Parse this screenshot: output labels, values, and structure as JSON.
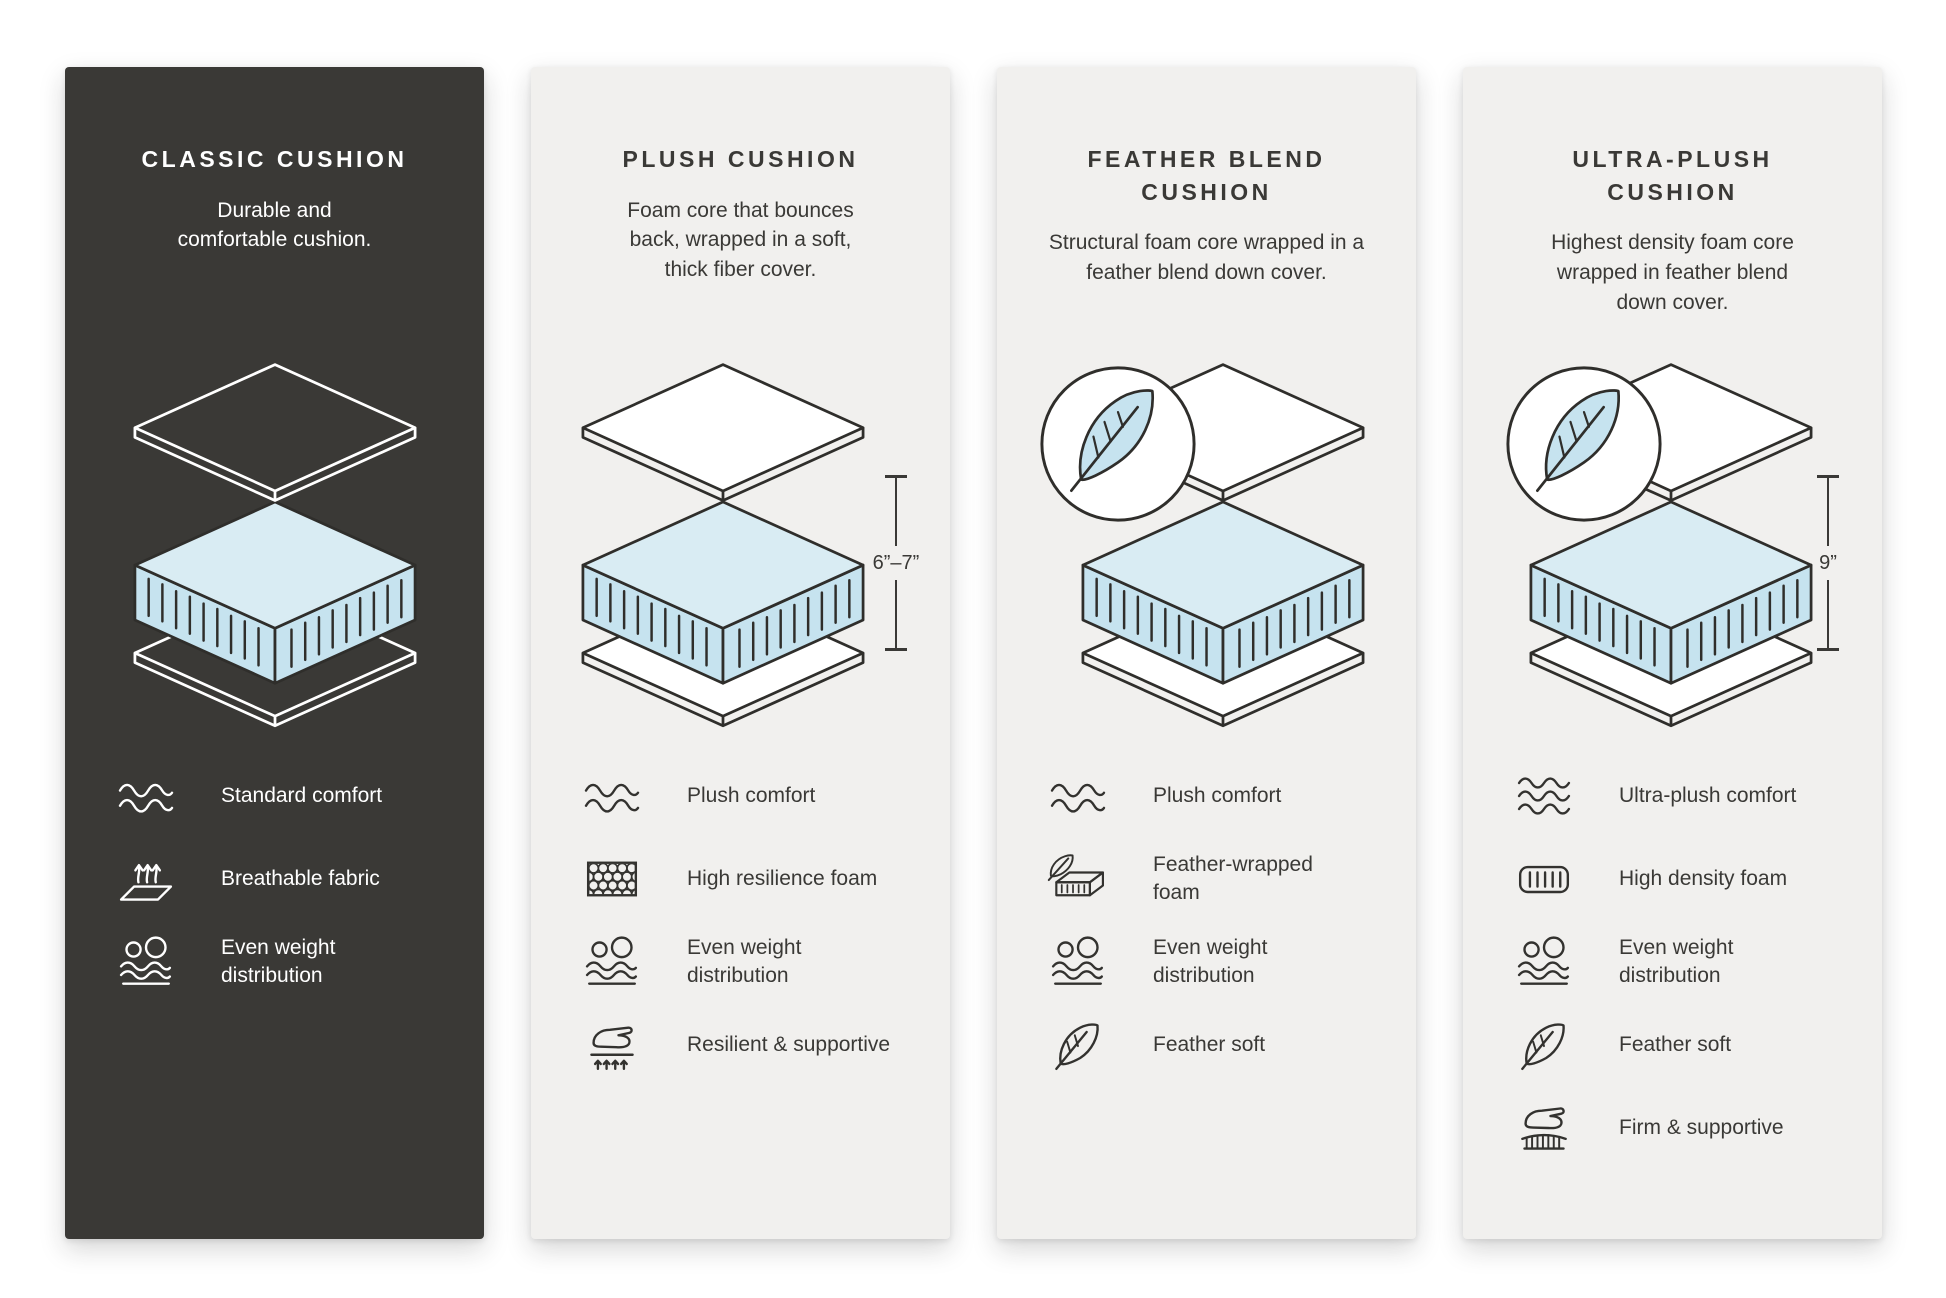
{
  "colors": {
    "page_background": "#ffffff",
    "dark_card_background": "#3a3936",
    "light_card_background": "#f1f0ee",
    "foam_blue": "#c6e3ef",
    "foam_blue_top": "#d9ecf3",
    "outline_dark": "#2f2e2b",
    "text_dark": "#3a3936",
    "text_light": "#ffffff"
  },
  "cards": [
    {
      "title": "CLASSIC CUSHION",
      "description": "Durable and comfortable cushion.",
      "theme": "dark",
      "diagram": "layered-cushion",
      "features": [
        {
          "icon": "wave-icon",
          "label": "Standard comfort"
        },
        {
          "icon": "breathable-fabric-icon",
          "label": "Breathable fabric"
        },
        {
          "icon": "weight-distribution-icon",
          "label": "Even weight distribution"
        }
      ]
    },
    {
      "title": "PLUSH CUSHION",
      "description": "Foam core that bounces back, wrapped in a soft, thick fiber cover.",
      "theme": "light",
      "diagram": "layered-cushion",
      "dimension_label": "6”–7”",
      "features": [
        {
          "icon": "wave-icon",
          "label": "Plush comfort"
        },
        {
          "icon": "foam-cells-icon",
          "label": "High resilience foam"
        },
        {
          "icon": "weight-distribution-icon",
          "label": "Even weight distribution"
        },
        {
          "icon": "support-hand-icon",
          "label": "Resilient & supportive"
        }
      ]
    },
    {
      "title": "FEATHER BLEND CUSHION",
      "description": "Structural foam core wrapped in a feather blend down cover.",
      "theme": "light",
      "diagram": "layered-cushion-with-feather-badge",
      "features": [
        {
          "icon": "wave-icon",
          "label": "Plush comfort"
        },
        {
          "icon": "feather-foam-icon",
          "label": "Feather-wrapped foam"
        },
        {
          "icon": "weight-distribution-icon",
          "label": "Even weight distribution"
        },
        {
          "icon": "feather-icon",
          "label": "Feather soft"
        }
      ]
    },
    {
      "title": "ULTRA-PLUSH CUSHION",
      "description": "Highest density foam core wrapped in feather blend down cover.",
      "theme": "light",
      "diagram": "layered-cushion-with-feather-badge",
      "dimension_label": "9”",
      "features": [
        {
          "icon": "waves-icon",
          "label": "Ultra-plush comfort"
        },
        {
          "icon": "density-foam-icon",
          "label": "High density foam"
        },
        {
          "icon": "weight-distribution-icon",
          "label": "Even weight distribution"
        },
        {
          "icon": "feather-icon",
          "label": "Feather soft"
        },
        {
          "icon": "firm-support-icon",
          "label": "Firm & supportive"
        }
      ]
    }
  ]
}
